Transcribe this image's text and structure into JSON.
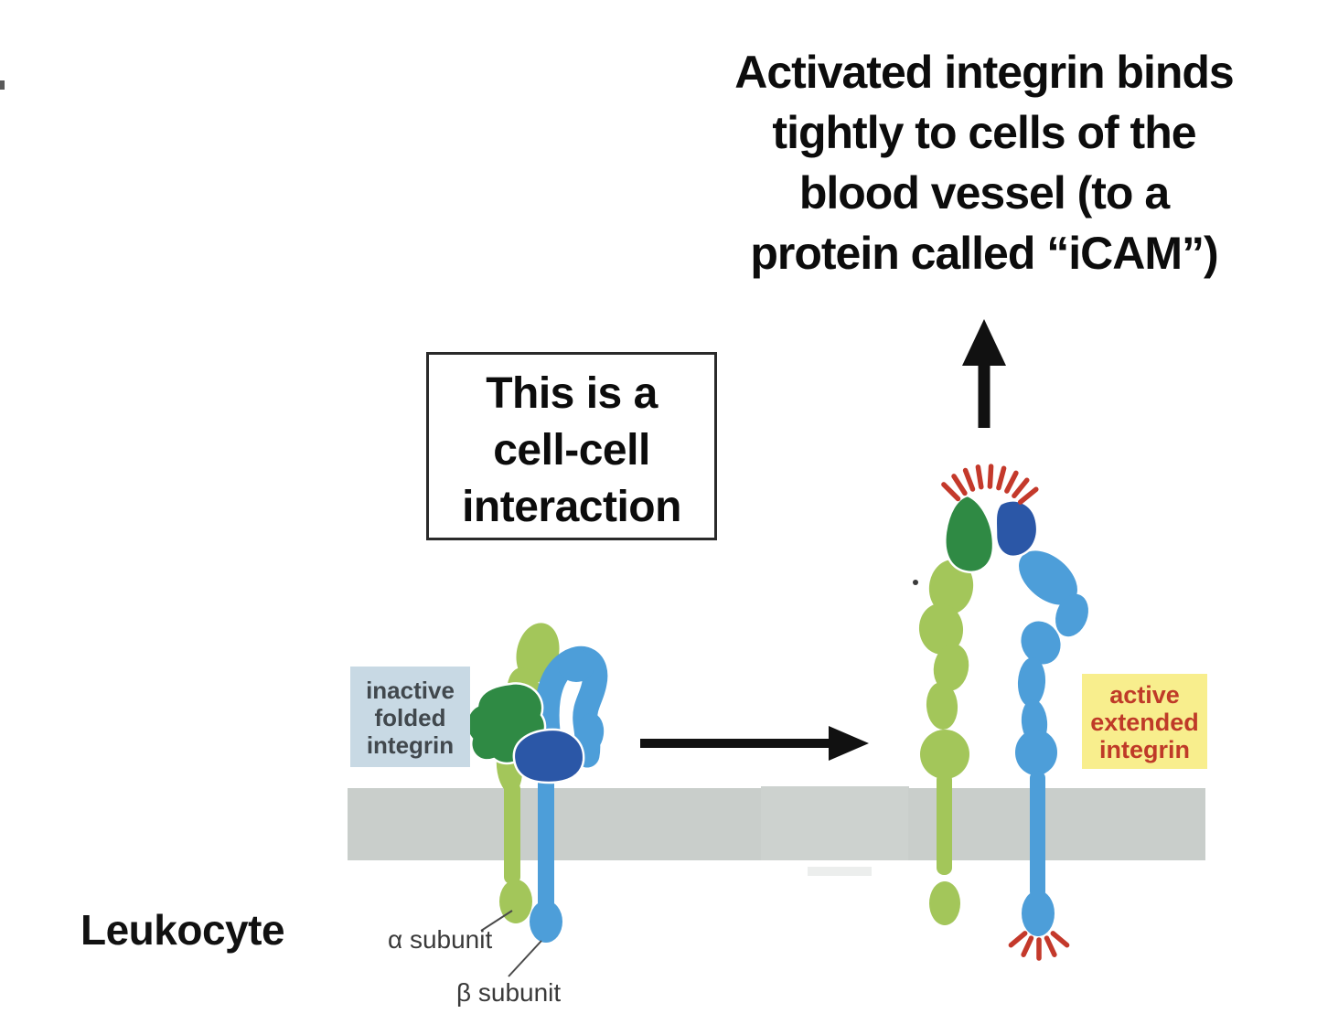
{
  "figure": {
    "heading": {
      "lines": [
        "Activated integrin binds",
        "tightly to cells of the",
        "blood vessel (to a",
        "protein called “iCAM”)"
      ]
    },
    "callout": {
      "lines": [
        "This is a",
        "cell-cell",
        "interaction"
      ]
    },
    "inactive_label": {
      "lines": [
        "inactive",
        "folded",
        "integrin"
      ]
    },
    "active_label": {
      "lines": [
        "active",
        "extended",
        "integrin"
      ]
    },
    "cell_label": "Leukocyte",
    "alpha_subunit_label": "α subunit",
    "beta_subunit_label": "β subunit",
    "colors": {
      "alpha_subunit_green": "#a3c65a",
      "alpha_head_dark_green": "#2f8a44",
      "beta_subunit_blue": "#4d9ed9",
      "beta_head_dark_blue": "#2b57a7",
      "membrane_gray": "#c9cecb",
      "inactive_label_bg": "#c8d9e4",
      "active_label_bg": "#f8ee8d",
      "active_label_text": "#bf3a28",
      "activation_spark_red": "#c4392b",
      "arrow_black": "#111111"
    }
  }
}
